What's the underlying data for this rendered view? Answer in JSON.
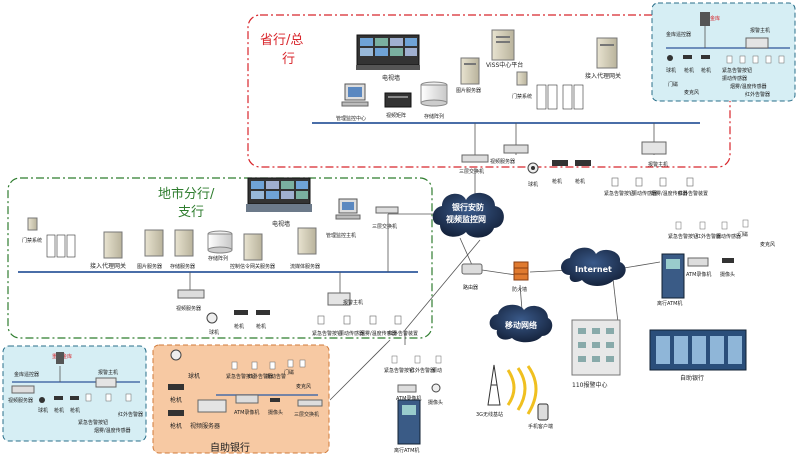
{
  "regions": {
    "province": {
      "title_line1": "省行/总",
      "title_line2": "行"
    },
    "city": {
      "title_line1": "地市分行/",
      "title_line2": "支行"
    },
    "self_service": {
      "title": "自助银行"
    }
  },
  "province": {
    "tv_wall": "电视墙",
    "vis_platform": "ViSS中心平台",
    "image_server": "图片服务器",
    "access_gateway": "接入代理网关",
    "door_system": "门禁系统",
    "mgmt_center": "管理监控中心",
    "video_matrix": "视频矩阵",
    "storage_array": "存储阵列",
    "video_server": "视频服务器",
    "l3_switch": "三层交换机",
    "dome": "球机",
    "gun1": "枪机",
    "gun2": "枪机",
    "alarm_host": "报警主机",
    "emergency_btn": "紧急告警按钮",
    "vibration_sensor": "振动传感器",
    "smoke_sensor": "烟雾/温度传感器",
    "ir_sensor": "红外告警装置"
  },
  "vault_top": {
    "title": "重要金库",
    "remote_ctrl": "金库遥控器",
    "dome": "球机",
    "gun1": "枪机",
    "gun2": "枪机",
    "emergency_btn": "紧急告警按钮",
    "vibration": "振动传感器",
    "door_contact": "门磁",
    "mic": "麦克风",
    "smoke": "烟雾/温度传感器",
    "ir": "红外告警器",
    "alarm_host": "报警主机"
  },
  "city": {
    "tv_wall": "电视墙",
    "mgmt_host": "管理监控主机",
    "l3_switch": "三层交换机",
    "door_system": "门禁系统",
    "access_gateway": "接入代理网关",
    "image_server": "图片服务器",
    "storage_server": "存储服务器",
    "storage_array": "存储阵列",
    "ctrl_server": "控制信令网关服务器",
    "media_server": "流媒体服务器",
    "video_server": "视频服务器",
    "dome": "球机",
    "gun1": "枪机",
    "gun2": "枪机",
    "alarm_host": "报警主机",
    "emergency_btn": "紧急告警按钮",
    "vibration": "振动传感器",
    "smoke": "烟雾/温度传感器",
    "ir": "红外告警装置"
  },
  "network": {
    "security_net_line1": "银行安防",
    "security_net_line2": "视频监控网",
    "router": "路由器",
    "firewall": "防火墙",
    "internet": "Internet",
    "mobile_net": "移动网络",
    "base_station": "3G无线基站",
    "mobile_client": "手机客户端",
    "alarm_center": "110报警中心",
    "self_bank": "自助银行"
  },
  "atm_right": {
    "emergency_btn": "紧急告警按钮",
    "ir": "红外告警器",
    "vibration": "振动传感器",
    "door": "门磁",
    "mic": "麦克风",
    "atm_camera": "ATM录像机",
    "camera": "摄像头",
    "atm": "离行ATM机"
  },
  "atm_center": {
    "emergency_btn": "紧急告警按钮",
    "ir": "红外告警器",
    "vibration": "振动",
    "atm_camera": "ATM录像机",
    "camera": "摄像头",
    "atm": "离行ATM机"
  },
  "vault_left": {
    "title": "重要金库",
    "remote_ctrl": "金库遥控器",
    "video_server": "视频服务器",
    "dome": "球机",
    "gun1": "枪机",
    "gun2": "枪机",
    "emergency_btn": "紧急告警按钮",
    "smoke": "烟雾/温度传感器",
    "ir": "红外告警器",
    "alarm_host": "报警主机"
  },
  "self_service": {
    "dome": "球机",
    "gun": "枪机",
    "ptz": "枪机",
    "video_server": "视频服务器",
    "emergency_btn": "紧急告警按钮",
    "ir": "红外告警器",
    "vibration": "振动告警",
    "door": "门磁",
    "mic": "麦克风",
    "atm_camera": "ATM录像机",
    "camera": "摄像头",
    "l3_switch": "三层交换机"
  },
  "colors": {
    "province_border": "#d8262c",
    "city_border": "#2f7d2f",
    "vault_fill": "#d6eef4",
    "self_service_fill": "#f7c9a3",
    "cloud": "#1b2a47",
    "bus": "#4a6ea8"
  }
}
